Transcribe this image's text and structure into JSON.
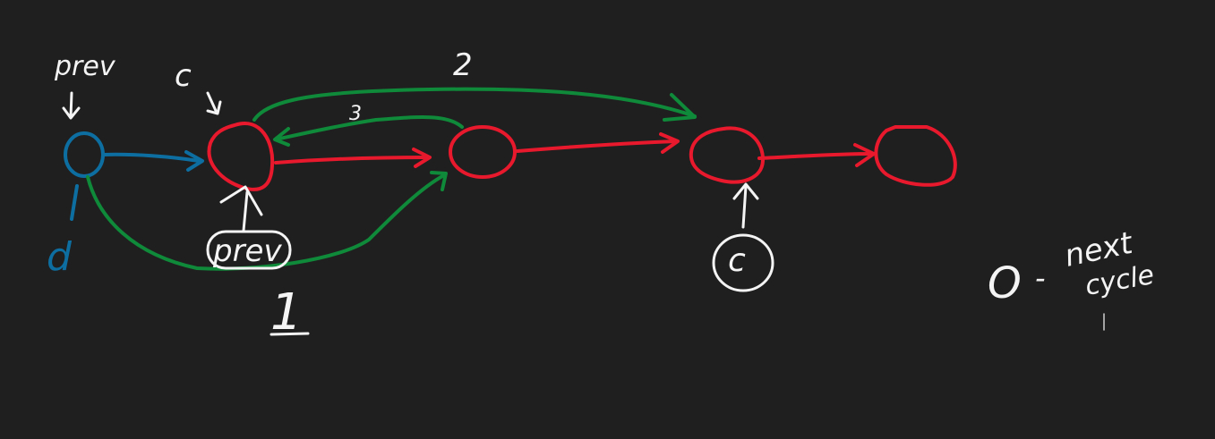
{
  "colors": {
    "background": "#201f1f",
    "white": "#f4f4f4",
    "red": "#e8192c",
    "green": "#0f8a3a",
    "blue": "#0d6fa1"
  },
  "labels": {
    "prev_top": "prev",
    "c_top": "c",
    "prev_boxed": "prev",
    "c_circled": "c",
    "d_label": "d",
    "step_1": "1",
    "step_2": "2",
    "step_3": "3",
    "legend_symbol": "O",
    "legend_dash": "-",
    "legend_next": "next",
    "legend_cycle": "cycle"
  }
}
